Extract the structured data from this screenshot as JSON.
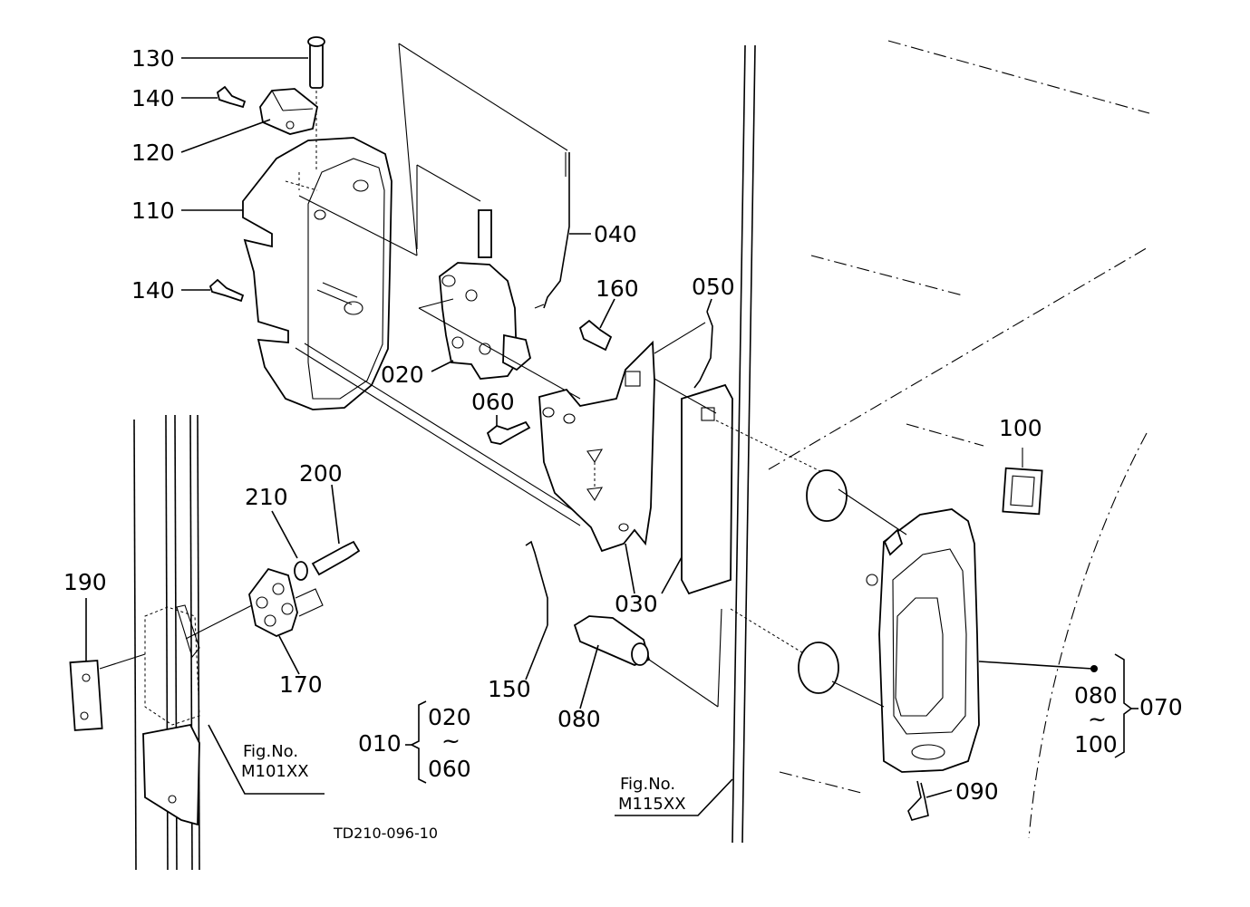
{
  "labels": {
    "p130": "130",
    "p140a": "140",
    "p120": "120",
    "p110": "110",
    "p140b": "140",
    "p040": "040",
    "p160": "160",
    "p050": "050",
    "p020": "020",
    "p060": "060",
    "p100": "100",
    "p210": "210",
    "p200": "200",
    "p190": "190",
    "p170": "170",
    "p030": "030",
    "p150": "150",
    "p080": "080",
    "p070": "070",
    "p090": "090",
    "range_a_start": "080",
    "range_a_end": "100",
    "range_b_code": "010",
    "range_b_start": "020",
    "range_b_end": "060",
    "tilde": "~"
  },
  "fig_refs": {
    "left_title": "Fig.No.",
    "left_code": "M101XX",
    "right_title": "Fig.No.",
    "right_code": "M115XX"
  },
  "drawing_id": "TD210-096-10"
}
